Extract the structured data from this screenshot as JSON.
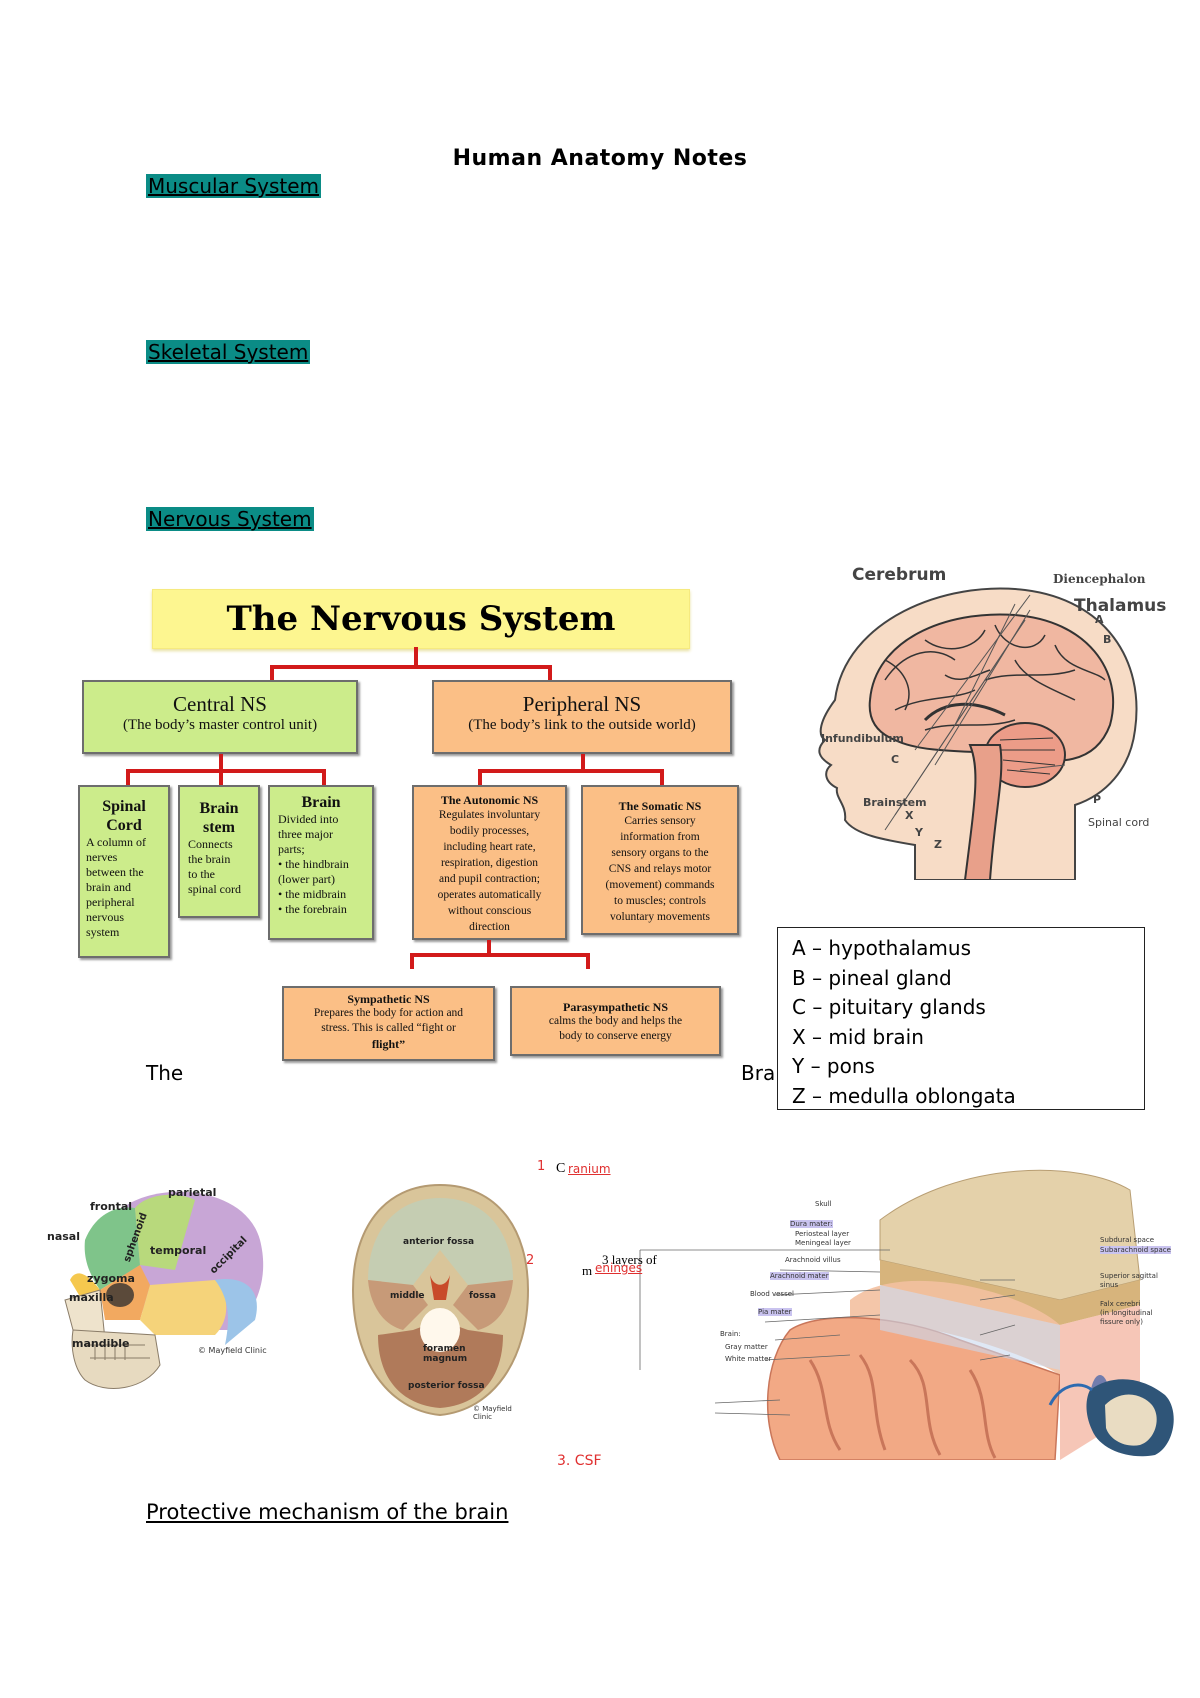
{
  "document": {
    "title": "Human Anatomy Notes",
    "sections": {
      "muscular": "Muscular System",
      "skeletal": "Skeletal System",
      "nervous": "Nervous System"
    },
    "fragment_left": "The",
    "fragment_right": "Bra",
    "protective_heading": "Protective mechanism of the brain"
  },
  "nervous_chart": {
    "title": "The Nervous System",
    "central": {
      "title": "Central NS",
      "subtitle": "(The body’s master control unit)"
    },
    "peripheral": {
      "title": "Peripheral NS",
      "subtitle": "(The body’s link to the outside world)"
    },
    "spinal": {
      "title1": "Spinal",
      "title2": "Cord",
      "text": [
        "A column of",
        "nerves",
        "between the",
        "brain and",
        "peripheral",
        "nervous",
        "system"
      ]
    },
    "brainstem": {
      "title1": "Brain",
      "title2": "stem",
      "text": [
        "Connects",
        "the brain",
        "to the",
        "spinal cord"
      ]
    },
    "brain": {
      "title": "Brain",
      "text": [
        "Divided into",
        "three major",
        "parts;",
        "• the hindbrain",
        "(lower part)",
        "• the midbrain",
        "• the forebrain"
      ]
    },
    "autonomic": {
      "title": "The Autonomic NS",
      "text": [
        "Regulates involuntary",
        "bodily processes,",
        "including heart rate,",
        "respiration, digestion",
        "and pupil contraction;",
        "operates automatically",
        "without conscious",
        "direction"
      ]
    },
    "somatic": {
      "title": "The Somatic NS",
      "text": [
        "Carries sensory",
        "information from",
        "sensory organs to the",
        "CNS and relays motor",
        "(movement) commands",
        "to muscles; controls",
        "voluntary movements"
      ]
    },
    "sympathetic": {
      "title": "Sympathetic NS",
      "text": [
        "Prepares the body for action and",
        "stress. This is called “fight or",
        "flight”"
      ]
    },
    "parasympathetic": {
      "title": "Parasympathetic NS",
      "text": [
        "calms the body and helps the",
        "body to conserve energy"
      ]
    }
  },
  "brain_figure": {
    "cerebrum": "Cerebrum",
    "diencephalon": "Diencephalon",
    "thalamus": "Thalamus",
    "a": "A",
    "b": "B",
    "c": "C",
    "p": "P",
    "x": "X",
    "y": "Y",
    "z": "Z",
    "infundibulum": "Infundibulum",
    "brainstem": "Brainstem",
    "spinal_cord": "Spinal cord"
  },
  "key": {
    "items": [
      "A – hypothalamus",
      "B – pineal gland",
      "C – pituitary glands",
      "X – mid brain",
      "Y – pons",
      "Z – medulla oblongata"
    ]
  },
  "skull_figure": {
    "parietal": "parietal",
    "frontal": "frontal",
    "nasal": "nasal",
    "sphenoid": "sphenoid",
    "temporal": "temporal",
    "occipital": "occipital",
    "zygoma": "zygoma",
    "maxilla": "maxilla",
    "mandible": "mandible",
    "credit": "© Mayfield Clinic"
  },
  "base_figure": {
    "anterior": "anterior fossa",
    "middle": "middle",
    "fossa": "fossa",
    "foramen": "foramen",
    "magnum": "magnum",
    "posterior": "posterior fossa",
    "credit": "© Mayfield Clinic"
  },
  "meninges_figure": {
    "n1": "1",
    "cranium_c": "C",
    "cranium_rest": "ranium",
    "n2": "2",
    "layers": "3 layers of",
    "m": "m",
    "eninges": "eninges",
    "csf": "3. CSF",
    "skull": "Skull",
    "dura": "Dura mater:",
    "periosteal": "Periosteal layer",
    "meningeal": "Meningeal layer",
    "villus": "Arachnoid villus",
    "arachnoid": "Arachnoid mater",
    "vessel": "Blood vessel",
    "pia": "Pia mater",
    "brain": "Brain:",
    "gray": "Gray matter",
    "white": "White matter",
    "subdural": "Subdural space",
    "subarachnoid": "Subarachnoid space",
    "sinus1": "Superior sagittal",
    "sinus2": "sinus",
    "falx1": "Falx cerebri",
    "falx2": "(in longitudinal",
    "falx3": "fissure only)"
  },
  "colors": {
    "section_highlight": "#0b8c86",
    "chart_green": "#ccec8b",
    "chart_orange": "#fbbf86",
    "chart_title": "#fdf690",
    "connector_red": "#d21a1a",
    "annotation_red": "#e03030"
  }
}
